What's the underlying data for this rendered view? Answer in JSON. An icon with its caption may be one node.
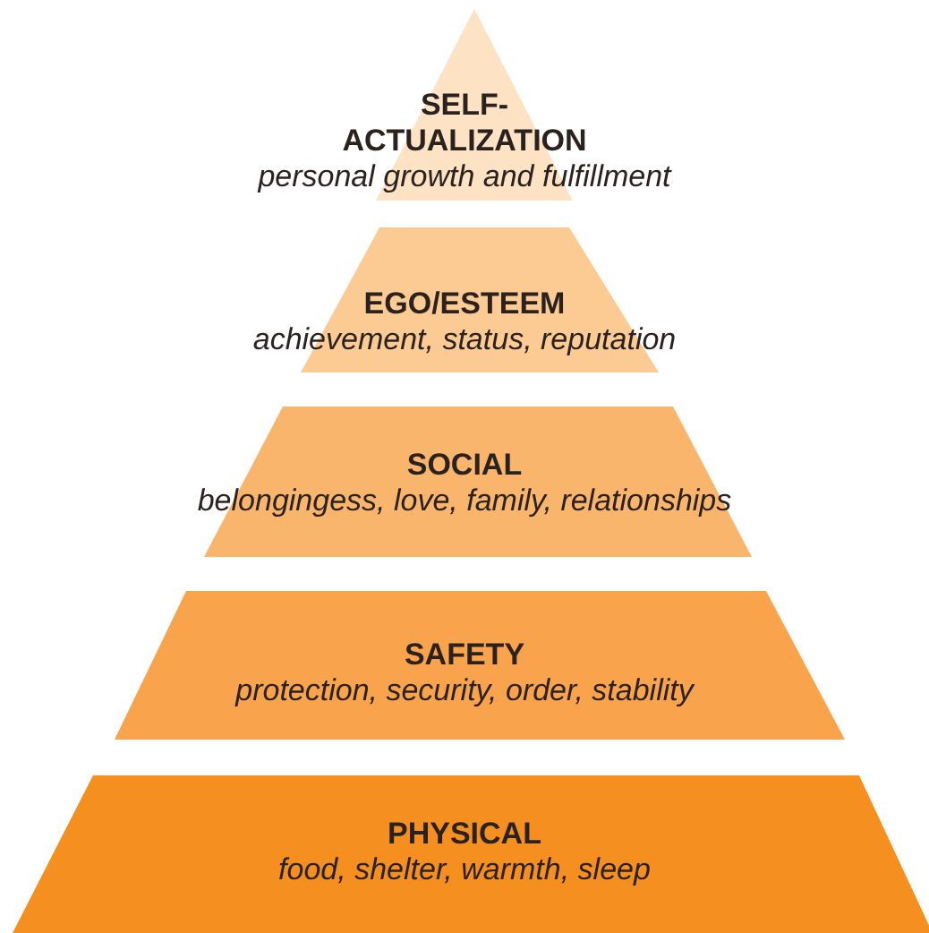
{
  "diagram": {
    "nodes": [
      {
        "text": [
          "SELF-ACTUALIZATION",
          "personal growth and fulfillment"
        ]
      },
      {
        "text": [
          "EGO/ESTEEM",
          "achievement, status, reputation"
        ]
      },
      {
        "text": [
          "SOCIAL",
          "belongingess, love, family, relationships"
        ]
      },
      {
        "text": [
          "SAFETY",
          "protection, security, order, stability"
        ]
      },
      {
        "text": [
          "PHYSICAL",
          "food, shelter, warmth, sleep"
        ]
      }
    ],
    "edges": []
  }
}
